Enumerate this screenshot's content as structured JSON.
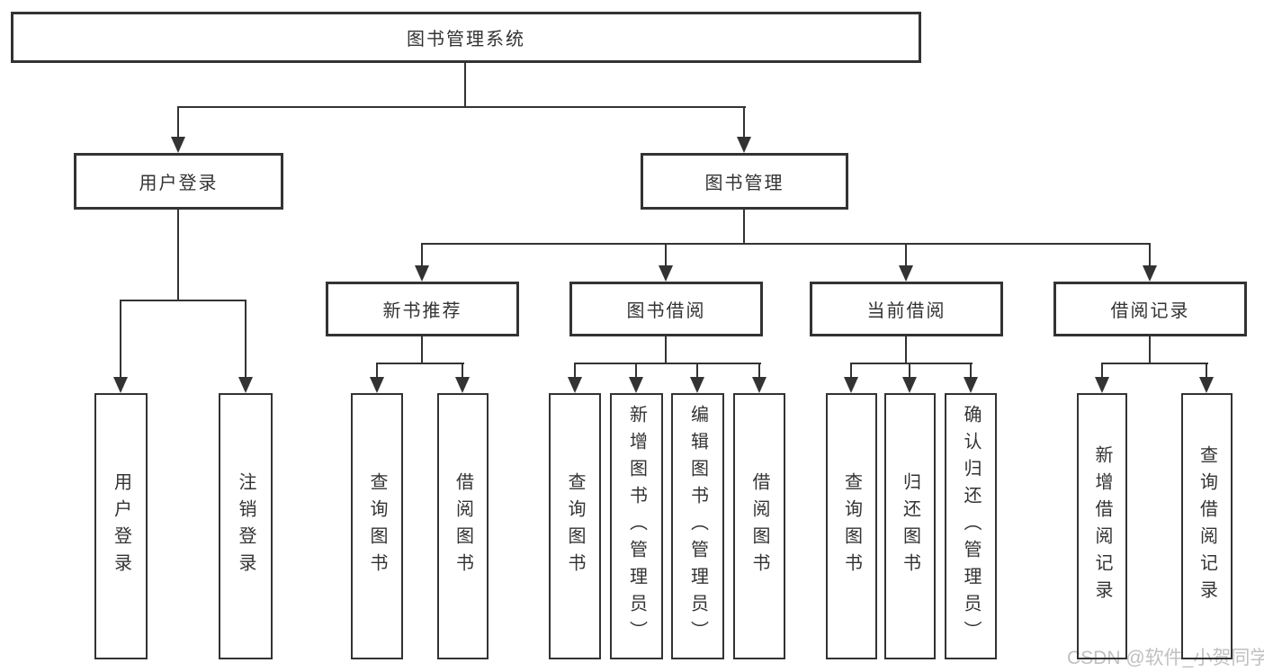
{
  "diagram": {
    "root": {
      "label": "图书管理系统"
    },
    "branches": [
      {
        "label": "用户登录",
        "children": [
          {
            "label": "用户登录"
          },
          {
            "label": "注销登录"
          }
        ]
      },
      {
        "label": "图书管理",
        "children": [
          {
            "label": "新书推荐",
            "children": [
              {
                "label": "查询图书"
              },
              {
                "label": "借阅图书"
              }
            ]
          },
          {
            "label": "图书借阅",
            "children": [
              {
                "label": "查询图书"
              },
              {
                "label": "新增图书（管理员）"
              },
              {
                "label": "编辑图书（管理员）"
              },
              {
                "label": "借阅图书"
              }
            ]
          },
          {
            "label": "当前借阅",
            "children": [
              {
                "label": "查询图书"
              },
              {
                "label": "归还图书"
              },
              {
                "label": "确认归还（管理员）"
              }
            ]
          },
          {
            "label": "借阅记录",
            "children": [
              {
                "label": "新增借阅记录"
              },
              {
                "label": "查询借阅记录"
              }
            ]
          }
        ]
      }
    ]
  },
  "watermark": {
    "text": "CSDN @软件_小贺同学"
  },
  "colors": {
    "line": "#333333",
    "text": "#333333",
    "watermark": "#c0c0c0",
    "background": "#ffffff"
  }
}
